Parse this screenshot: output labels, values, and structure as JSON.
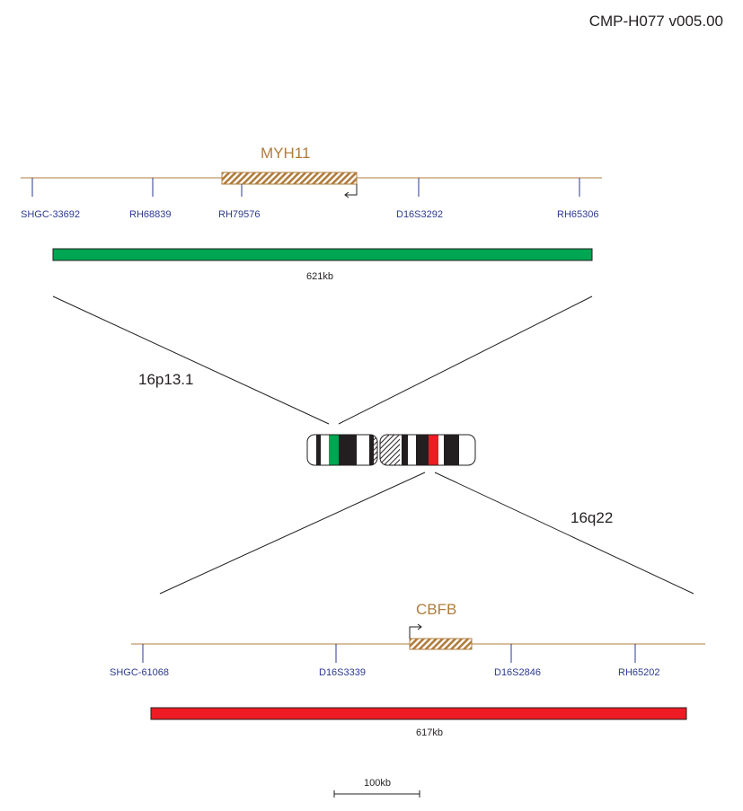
{
  "version_label": "CMP-H077 v005.00",
  "top_region": {
    "gene": "MYH11",
    "band": "16p13.1",
    "probe_size": "621kb",
    "probe_color": "#00a651",
    "markers": [
      "SHGC-33692",
      "RH68839",
      "RH79576",
      "D16S3292",
      "RH65306"
    ]
  },
  "bottom_region": {
    "gene": "CBFB",
    "band": "16q22",
    "probe_size": "617kb",
    "probe_color": "#ed1c24",
    "markers": [
      "SHGC-61068",
      "D16S3339",
      "D16S2846",
      "RH65202"
    ]
  },
  "scale_bar": {
    "label": "100kb"
  },
  "colors": {
    "backbone": "#b07c3c",
    "gene_fill": "#b07c3c",
    "marker_text": "#2b3990",
    "line": "#231f20"
  },
  "icons": [
    "chromosome-16-ideogram",
    "transcription-arrow-icon"
  ]
}
